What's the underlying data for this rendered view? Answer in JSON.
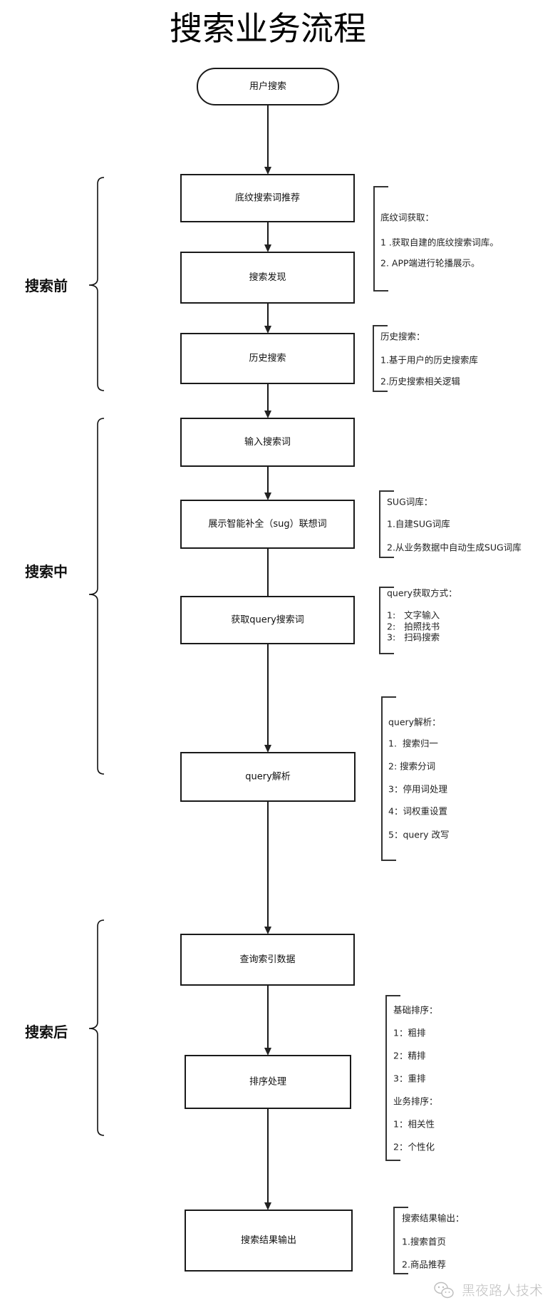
{
  "title": "搜索业务流程",
  "nodes": [
    {
      "id": "start",
      "label": "用户搜索",
      "shape": "terminal"
    },
    {
      "id": "shading-word",
      "label": "底纹搜索词推荐",
      "shape": "process"
    },
    {
      "id": "discover",
      "label": "搜索发现",
      "shape": "process"
    },
    {
      "id": "history",
      "label": "历史搜索",
      "shape": "process"
    },
    {
      "id": "input",
      "label": "输入搜索词",
      "shape": "process"
    },
    {
      "id": "sug",
      "label": "展示智能补全（sug）联想词",
      "shape": "process"
    },
    {
      "id": "get-query",
      "label": "获取query搜索词",
      "shape": "process"
    },
    {
      "id": "parse-query",
      "label": "query解析",
      "shape": "process"
    },
    {
      "id": "index",
      "label": "查询索引数据",
      "shape": "process"
    },
    {
      "id": "rank",
      "label": "排序处理",
      "shape": "process"
    },
    {
      "id": "output",
      "label": "搜索结果输出",
      "shape": "process"
    }
  ],
  "edges": [
    {
      "from": "start",
      "to": "shading-word",
      "arrow": true
    },
    {
      "from": "shading-word",
      "to": "discover",
      "arrow": true
    },
    {
      "from": "discover",
      "to": "history",
      "arrow": true
    },
    {
      "from": "history",
      "to": "input",
      "arrow": true
    },
    {
      "from": "input",
      "to": "sug",
      "arrow": true
    },
    {
      "from": "sug",
      "to": "get-query",
      "arrow": false
    },
    {
      "from": "get-query",
      "to": "parse-query",
      "arrow": true
    },
    {
      "from": "parse-query",
      "to": "index",
      "arrow": true
    },
    {
      "from": "index",
      "to": "rank",
      "arrow": true
    },
    {
      "from": "rank",
      "to": "output",
      "arrow": true
    }
  ],
  "phases": [
    {
      "label": "搜索前",
      "nodes": [
        "shading-word",
        "discover",
        "history"
      ]
    },
    {
      "label": "搜索中",
      "nodes": [
        "input",
        "sug",
        "get-query",
        "parse-query"
      ]
    },
    {
      "label": "搜索后",
      "nodes": [
        "index",
        "rank"
      ]
    }
  ],
  "notes": [
    {
      "id": "shading",
      "lines": [
        "底纹词获取：",
        "1 .获取自建的底纹搜索词库。",
        "2. APP端进行轮播展示。"
      ]
    },
    {
      "id": "history",
      "lines": [
        "历史搜索：",
        "1.基于用户的历史搜索库",
        "2.历史搜索相关逻辑"
      ]
    },
    {
      "id": "sug",
      "lines": [
        "SUG词库：",
        "1.自建SUG词库",
        "2.从业务数据中自动生成SUG词库"
      ]
    },
    {
      "id": "query-source",
      "lines": [
        "query获取方式：",
        "1:   文字输入",
        "2:   拍照找书",
        "3:   扫码搜索"
      ]
    },
    {
      "id": "query-parse",
      "lines": [
        "query解析：",
        "1.  搜索归一",
        "2: 搜索分词",
        "3：停用词处理",
        "4：词权重设置",
        "5：query 改写"
      ]
    },
    {
      "id": "rank",
      "lines": [
        "基础排序：",
        "1：粗排",
        "2：精排",
        "3：重排",
        "业务排序：",
        "1：相关性",
        "2：个性化"
      ]
    },
    {
      "id": "output",
      "lines": [
        "搜索结果输出：",
        "1.搜索首页",
        "2.商品推荐"
      ]
    }
  ],
  "watermark": {
    "icon": "wechat-icon",
    "text": "黑夜路人技术"
  }
}
